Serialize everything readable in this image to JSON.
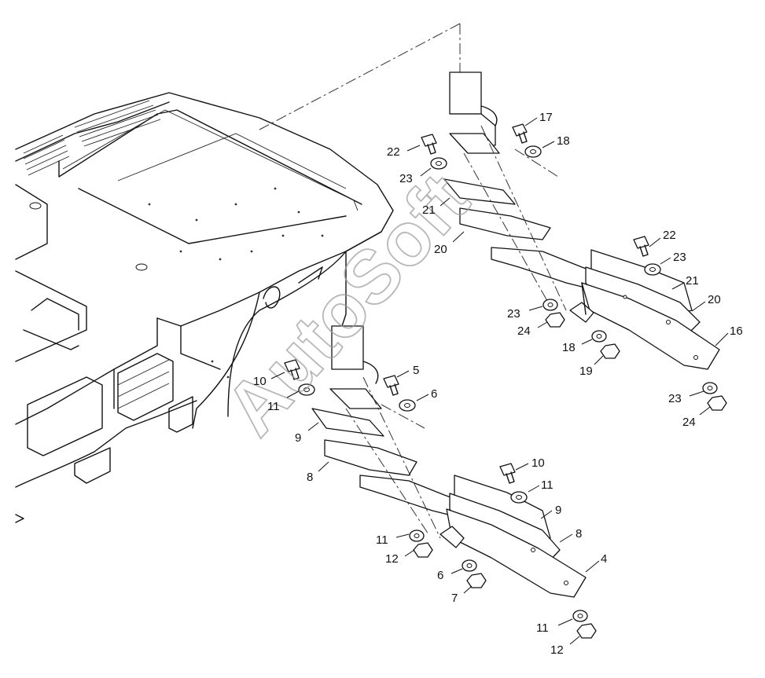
{
  "watermark": {
    "text": "AutoSoft"
  },
  "callouts": [
    "17",
    "18",
    "22",
    "23",
    "21",
    "20",
    "22",
    "23",
    "21",
    "20",
    "16",
    "23",
    "24",
    "18",
    "19",
    "23",
    "24",
    "10",
    "11",
    "5",
    "6",
    "9",
    "8",
    "10",
    "11",
    "9",
    "8",
    "4",
    "11",
    "12",
    "6",
    "7",
    "11",
    "12"
  ]
}
